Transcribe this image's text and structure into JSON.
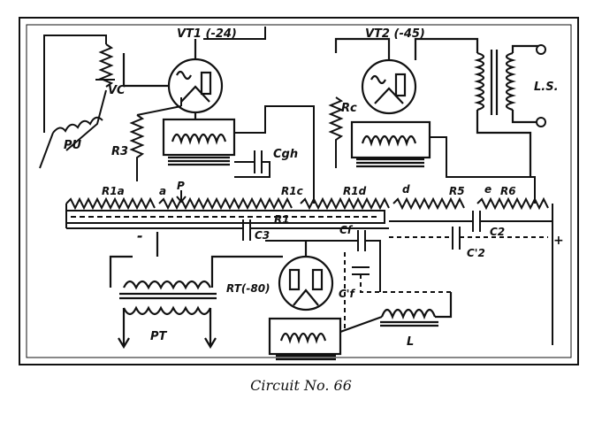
{
  "caption": "Circuit No. 66",
  "labels": {
    "vt1": "VT1 (-24)",
    "vt2": "VT2 (-45)",
    "ls": "L.S.",
    "vc": "VC",
    "pu": "PU",
    "r3": "R3",
    "cgh": "Cgh",
    "rc": "Rc",
    "r1a": "R1a",
    "a": "a",
    "p": "P",
    "r1c": "R1c",
    "r1d": "R1d",
    "d": "d",
    "r5": "R5",
    "e": "e",
    "r6": "R6",
    "r1": "R1",
    "minus": "-",
    "c3": "C3",
    "c2": "C2",
    "c2p": "C'2",
    "plus": "+",
    "cf": "Cf",
    "rt": "RT(-80)",
    "cfp": "C'f",
    "pt": "PT",
    "l": "L"
  }
}
